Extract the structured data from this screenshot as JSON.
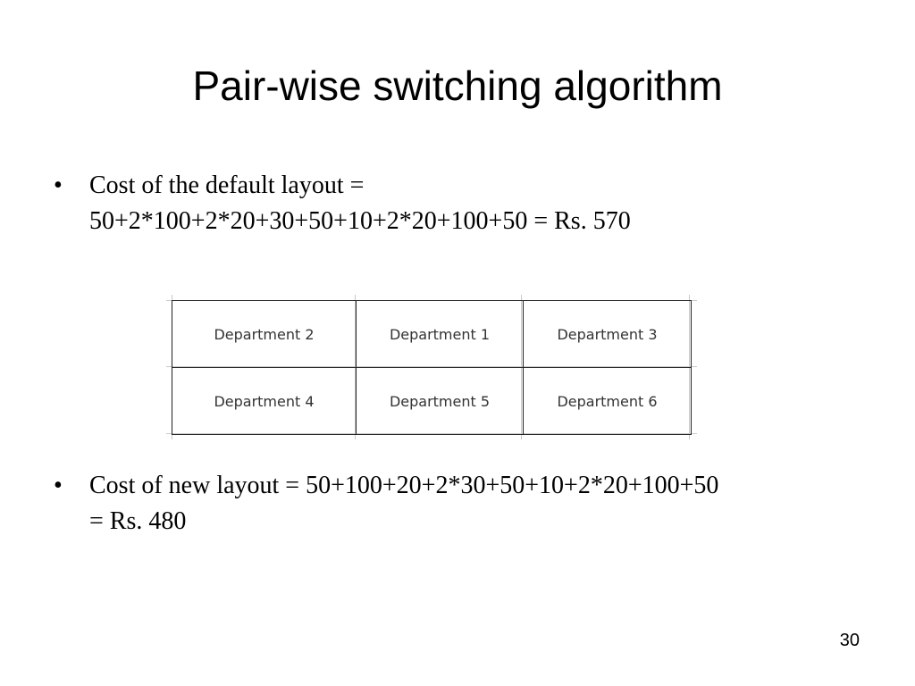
{
  "slide": {
    "title": "Pair-wise switching algorithm",
    "bullet_symbol": "•",
    "bullets": [
      {
        "lines": [
          "Cost of the default layout =",
          "50+2*100+2*20+30+50+10+2*20+100+50 = Rs. 570"
        ]
      },
      {
        "lines": [
          "Cost of new layout = 50+100+20+2*30+50+10+2*20+100+50",
          "= Rs. 480"
        ]
      }
    ],
    "layout_grid": {
      "rows": [
        [
          "Department 2",
          "Department 1",
          "Department 3"
        ],
        [
          "Department 4",
          "Department 5",
          "Department 6"
        ]
      ]
    },
    "page_number": "30"
  }
}
